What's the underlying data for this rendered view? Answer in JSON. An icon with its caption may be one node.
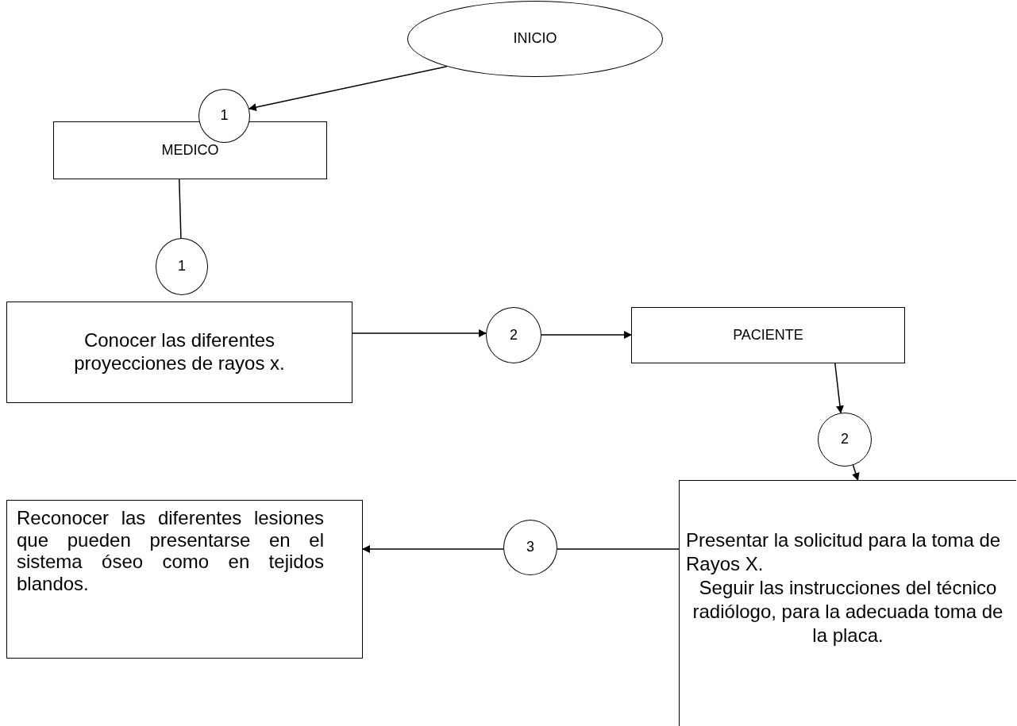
{
  "diagram": {
    "nodes": [
      {
        "text": [
          "INICIO"
        ]
      },
      {
        "text": [
          "1"
        ]
      },
      {
        "text": [
          "MEDICO"
        ]
      },
      {
        "text": [
          "1"
        ]
      },
      {
        "text": [
          "Conocer las diferentes proyecciones de rayos x."
        ]
      },
      {
        "text": [
          "2"
        ]
      },
      {
        "text": [
          "PACIENTE"
        ]
      },
      {
        "text": [
          "2"
        ]
      },
      {
        "text": [
          "Presentar la solicitud para la toma de Rayos X.",
          "Seguir las instrucciones del técnico radiólogo, para la adecuada toma de la placa."
        ]
      },
      {
        "text": [
          "3"
        ]
      },
      {
        "text": [
          "Reconocer las diferentes lesiones que pueden presentarse en el sistema óseo como en tejidos blandos."
        ]
      }
    ],
    "edges": [
      {
        "from": 0,
        "to": 1,
        "arrow": "to"
      },
      {
        "from": 2,
        "to": 3,
        "arrow": "none"
      },
      {
        "from": 4,
        "to": 5,
        "arrow": "to"
      },
      {
        "from": 5,
        "to": 6,
        "arrow": "to"
      },
      {
        "from": 6,
        "to": 7,
        "arrow": "to"
      },
      {
        "from": 7,
        "to": 8,
        "arrow": "to"
      },
      {
        "from": 8,
        "to": 9,
        "arrow": "none"
      },
      {
        "from": 9,
        "to": 10,
        "arrow": "to"
      }
    ]
  }
}
